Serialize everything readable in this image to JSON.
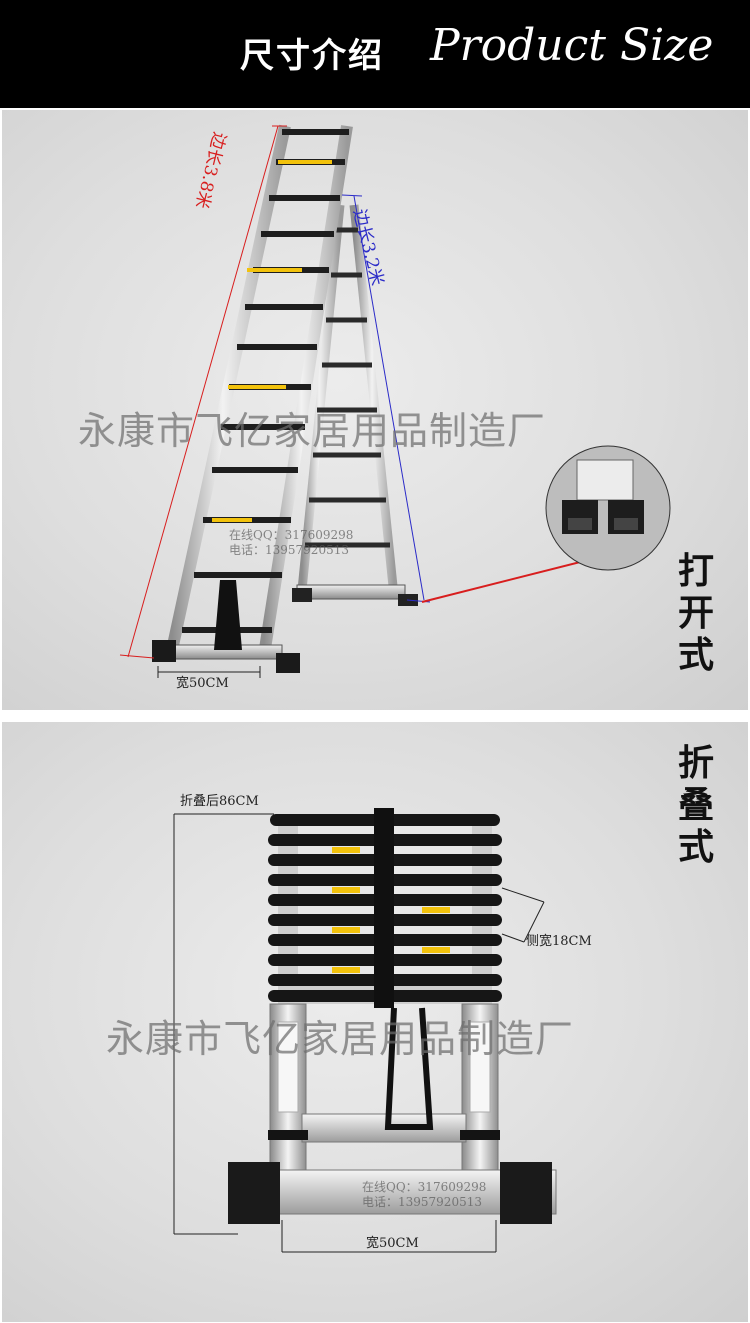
{
  "header": {
    "title_cn": "尺寸介绍",
    "title_en": "Product Size"
  },
  "top_panel": {
    "watermark": "永康市飞亿家居用品制造厂",
    "contact_line1": "在线QQ：317609298",
    "contact_line2": "电话：13957920513",
    "side_length_long": "边长3.8米",
    "side_length_short": "边长3.2米",
    "width_label": "宽50CM",
    "mode_label": [
      "打",
      "开",
      "式"
    ],
    "colors": {
      "long_dim": "#d81e1e",
      "short_dim": "#2b2bc8"
    }
  },
  "bottom_panel": {
    "watermark": "永康市飞亿家居用品制造厂",
    "contact_line1": "在线QQ：317609298",
    "contact_line2": "电话：13957920513",
    "folded_height_label": "折叠后86CM",
    "side_width_label": "侧宽18CM",
    "width_label": "宽50CM",
    "mode_label": [
      "折",
      "叠",
      "式"
    ]
  }
}
